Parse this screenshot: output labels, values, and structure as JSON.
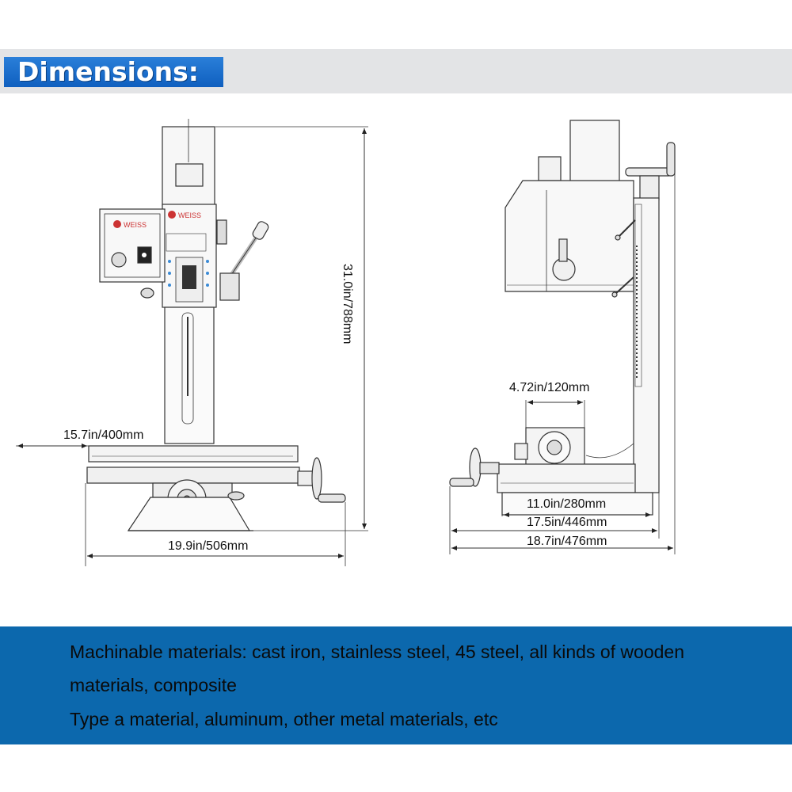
{
  "header": {
    "title": "Dimensions:",
    "accent": "#1a6fcf",
    "band_color": "#e3e4e6"
  },
  "front_view": {
    "height_label": "31.0in/788mm",
    "table_width_label": "15.7in/400mm",
    "overall_width_label": "19.9in/506mm"
  },
  "side_view": {
    "vise_label": "4.72in/120mm",
    "base_label": "11.0in/280mm",
    "depth_label": "17.5in/446mm",
    "overall_depth_label": "18.7in/476mm"
  },
  "description": {
    "line1": "Machinable materials: cast iron, stainless steel, 45 steel, all kinds of wooden",
    "line2": "materials, composite",
    "line3": "Type a material, aluminum, other metal materials, etc",
    "band_color": "#0c68ad"
  }
}
